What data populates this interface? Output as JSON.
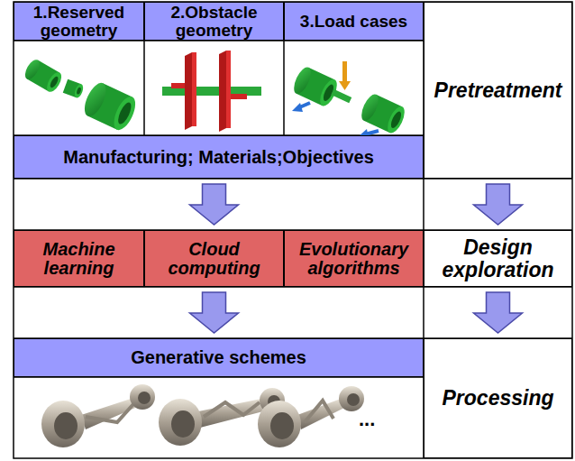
{
  "diagram": {
    "nodes": [
      {
        "text": [
          "1.Reserved geometry"
        ]
      },
      {
        "text": [
          "2.Obstacle geometry"
        ]
      },
      {
        "text": [
          "3.Load cases"
        ]
      },
      {
        "text": [
          "Pretreatment"
        ]
      },
      {
        "text": [
          "Manufacturing; Materials;Objectives"
        ]
      },
      {
        "text": [
          "Machine learning"
        ]
      },
      {
        "text": [
          "Cloud computing"
        ]
      },
      {
        "text": [
          "Evolutionary algorithms"
        ]
      },
      {
        "text": [
          "Design exploration"
        ]
      },
      {
        "text": [
          "Generative schemes"
        ]
      },
      {
        "text": [
          "Processing"
        ]
      }
    ],
    "edges": [
      {
        "from": 4,
        "to": 6,
        "arrow": "to"
      },
      {
        "from": 6,
        "to": 9,
        "arrow": "to"
      },
      {
        "from": 3,
        "to": 8,
        "arrow": "to"
      },
      {
        "from": 8,
        "to": 10,
        "arrow": "to"
      }
    ],
    "labels": [
      "..."
    ]
  }
}
